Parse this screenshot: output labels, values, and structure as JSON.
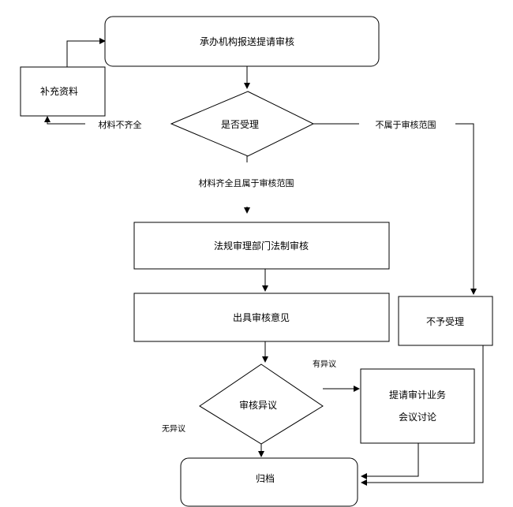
{
  "nodes": {
    "submit": "承办机构报送提请审核",
    "supplement": "补充资料",
    "accept_decision": "是否受理",
    "legal_review": "法规审理部门法制审核",
    "issue_opinion": "出具审核意见",
    "reject": "不予受理",
    "objection_decision": "审核异议",
    "meeting_line1": "提请审计业务",
    "meeting_line2": "会议讨论",
    "archive": "归档"
  },
  "edges": {
    "incomplete": "材料不齐全",
    "out_of_scope": "不属于审核范围",
    "complete_in_scope": "材料齐全且属于审核范围",
    "has_objection": "有异议",
    "no_objection": "无异议"
  }
}
